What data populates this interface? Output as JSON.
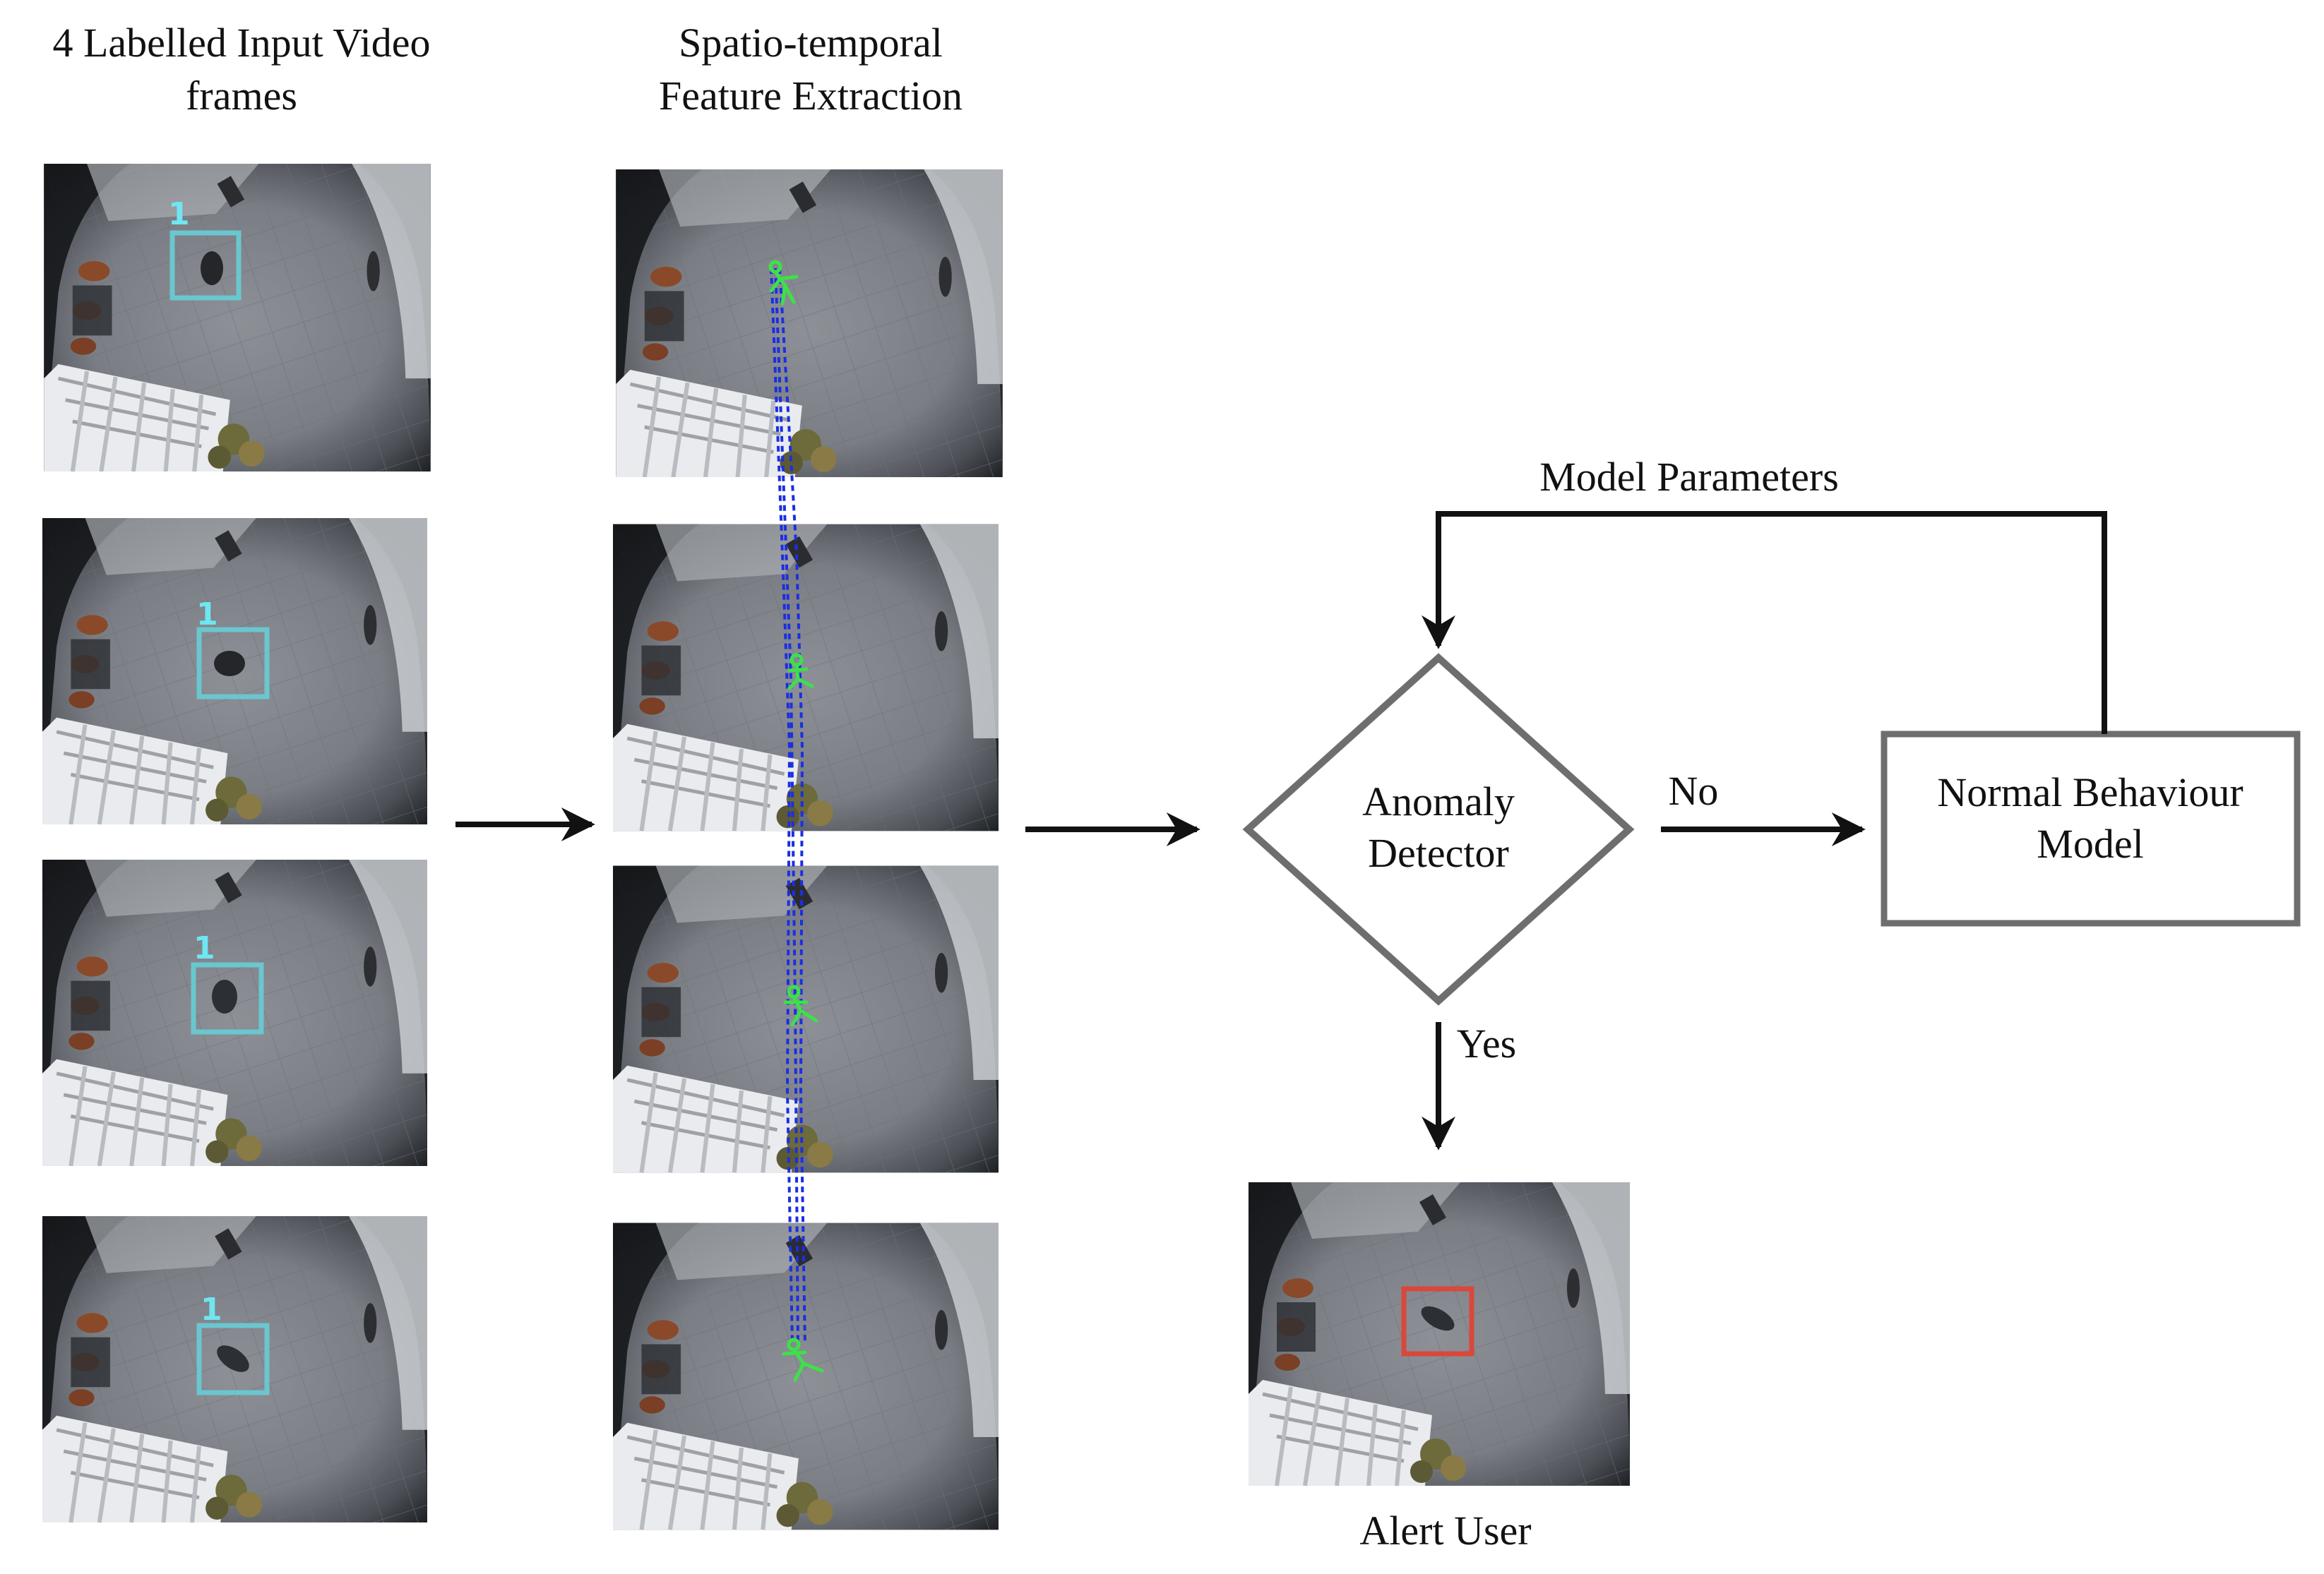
{
  "headings": {
    "input_line1": "4 Labelled Input Video",
    "input_line2": "frames",
    "feature_line1": "Spatio-temporal",
    "feature_line2": "Feature Extraction"
  },
  "frames": {
    "track_ids": [
      "1",
      "1",
      "1",
      "1"
    ]
  },
  "flow": {
    "detector_line1": "Anomaly",
    "detector_line2": "Detector",
    "model_line1": "Normal Behaviour",
    "model_line2": "Model",
    "feedback_label": "Model Parameters",
    "no_label": "No",
    "yes_label": "Yes",
    "alert_label": "Alert User"
  },
  "colors": {
    "track_box": "#6ac6cf",
    "alert_box": "#d9483b",
    "skeleton": "#3ee04a",
    "trajectory": "#1b2fe0",
    "diamond_stroke": "#6e6e6e",
    "box_stroke": "#6e6e6e",
    "arrow": "#111111"
  }
}
